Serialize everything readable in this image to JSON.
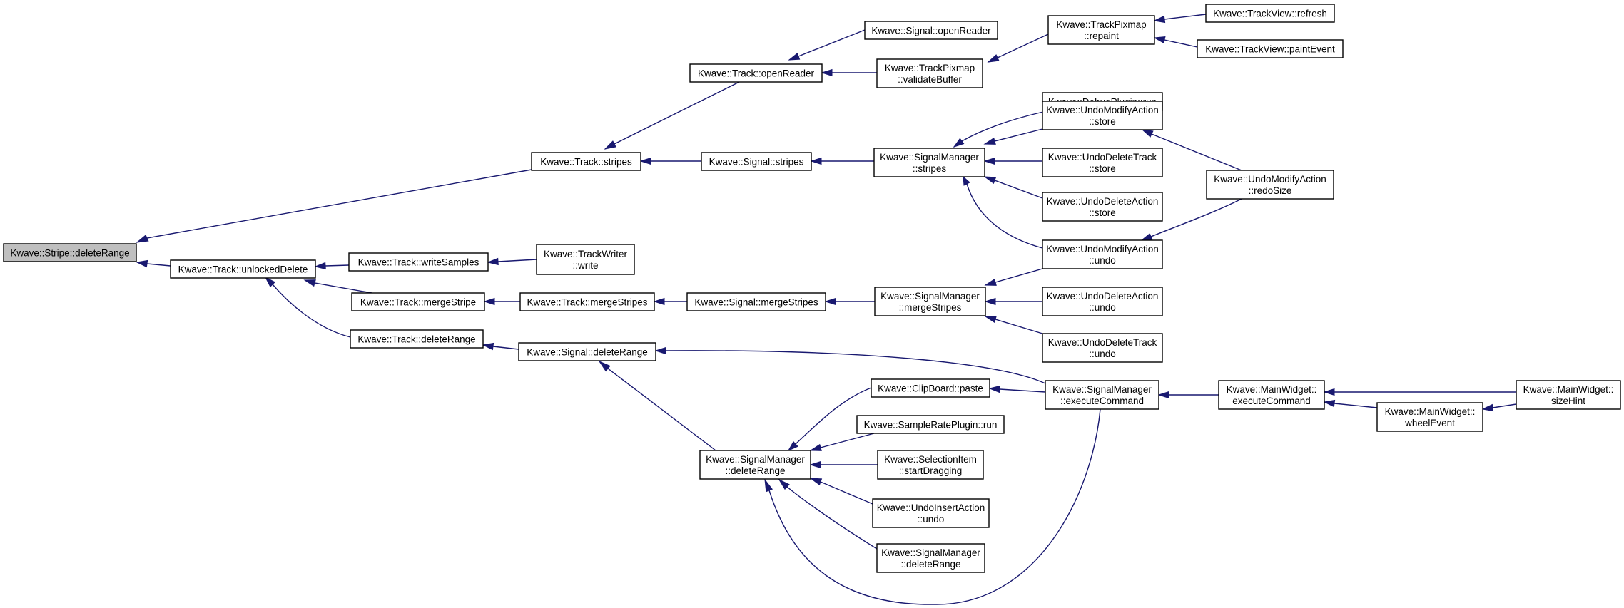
{
  "graph": {
    "nodes": [
      {
        "id": "stripe_deleteRange",
        "lines": [
          "Kwave::Stripe::deleteRange"
        ],
        "root": true
      },
      {
        "id": "track_stripes",
        "lines": [
          "Kwave::Track::stripes"
        ]
      },
      {
        "id": "track_unlockedDelete",
        "lines": [
          "Kwave::Track::unlockedDelete"
        ]
      },
      {
        "id": "track_openReader",
        "lines": [
          "Kwave::Track::openReader"
        ]
      },
      {
        "id": "signal_openReader",
        "lines": [
          "Kwave::Signal::openReader"
        ]
      },
      {
        "id": "trackpixmap_validateBuffer",
        "lines": [
          "Kwave::TrackPixmap",
          "::validateBuffer"
        ]
      },
      {
        "id": "trackpixmap_repaint",
        "lines": [
          "Kwave::TrackPixmap",
          "::repaint"
        ]
      },
      {
        "id": "trackview_refresh",
        "lines": [
          "Kwave::TrackView::refresh"
        ]
      },
      {
        "id": "trackview_paintEvent",
        "lines": [
          "Kwave::TrackView::paintEvent"
        ]
      },
      {
        "id": "signal_stripes",
        "lines": [
          "Kwave::Signal::stripes"
        ]
      },
      {
        "id": "signalmanager_stripes",
        "lines": [
          "Kwave::SignalManager",
          "::stripes"
        ]
      },
      {
        "id": "debugplugin_run",
        "lines": [
          "Kwave::DebugPlugin::run"
        ]
      },
      {
        "id": "undomodify_store",
        "lines": [
          "Kwave::UndoModifyAction",
          "::store"
        ]
      },
      {
        "id": "undodeletetrack_store",
        "lines": [
          "Kwave::UndoDeleteTrack",
          "::store"
        ]
      },
      {
        "id": "undodeleteaction_store",
        "lines": [
          "Kwave::UndoDeleteAction",
          "::store"
        ]
      },
      {
        "id": "undomodify_redoSize",
        "lines": [
          "Kwave::UndoModifyAction",
          "::redoSize"
        ]
      },
      {
        "id": "undomodify_undo",
        "lines": [
          "Kwave::UndoModifyAction",
          "::undo"
        ]
      },
      {
        "id": "track_writeSamples",
        "lines": [
          "Kwave::Track::writeSamples"
        ]
      },
      {
        "id": "trackwriter_write",
        "lines": [
          "Kwave::TrackWriter",
          "::write"
        ]
      },
      {
        "id": "track_mergeStripe",
        "lines": [
          "Kwave::Track::mergeStripe"
        ]
      },
      {
        "id": "track_mergeStripes",
        "lines": [
          "Kwave::Track::mergeStripes"
        ]
      },
      {
        "id": "signal_mergeStripes",
        "lines": [
          "Kwave::Signal::mergeStripes"
        ]
      },
      {
        "id": "signalmanager_mergeStripes",
        "lines": [
          "Kwave::SignalManager",
          "::mergeStripes"
        ]
      },
      {
        "id": "undodeleteaction_undo",
        "lines": [
          "Kwave::UndoDeleteAction",
          "::undo"
        ]
      },
      {
        "id": "undodeletetrack_undo",
        "lines": [
          "Kwave::UndoDeleteTrack",
          "::undo"
        ]
      },
      {
        "id": "track_deleteRange",
        "lines": [
          "Kwave::Track::deleteRange"
        ]
      },
      {
        "id": "signal_deleteRange",
        "lines": [
          "Kwave::Signal::deleteRange"
        ]
      },
      {
        "id": "signalmanager_executeCommand",
        "lines": [
          "Kwave::SignalManager",
          "::executeCommand"
        ]
      },
      {
        "id": "mainwidget_executeCommand",
        "lines": [
          "Kwave::MainWidget::",
          "executeCommand"
        ]
      },
      {
        "id": "mainwidget_sizeHint",
        "lines": [
          "Kwave::MainWidget::",
          "sizeHint"
        ]
      },
      {
        "id": "mainwidget_wheelEvent",
        "lines": [
          "Kwave::MainWidget::",
          "wheelEvent"
        ]
      },
      {
        "id": "clipboard_paste",
        "lines": [
          "Kwave::ClipBoard::paste"
        ]
      },
      {
        "id": "samplerateplugin_run",
        "lines": [
          "Kwave::SampleRatePlugin::run"
        ]
      },
      {
        "id": "selectionitem_startDragging",
        "lines": [
          "Kwave::SelectionItem",
          "::startDragging"
        ]
      },
      {
        "id": "signalmanager_deleteRange",
        "lines": [
          "Kwave::SignalManager",
          "::deleteRange"
        ]
      },
      {
        "id": "undoinsert_undo",
        "lines": [
          "Kwave::UndoInsertAction",
          "::undo"
        ]
      },
      {
        "id": "signalmanager_deleteRange2",
        "lines": [
          "Kwave::SignalManager",
          "::deleteRange"
        ]
      }
    ],
    "edges": [
      {
        "from": "track_stripes",
        "to": "stripe_deleteRange"
      },
      {
        "from": "track_unlockedDelete",
        "to": "stripe_deleteRange"
      },
      {
        "from": "track_openReader",
        "to": "track_stripes"
      },
      {
        "from": "signal_stripes",
        "to": "track_stripes"
      },
      {
        "from": "signal_openReader",
        "to": "track_openReader"
      },
      {
        "from": "trackpixmap_validateBuffer",
        "to": "track_openReader"
      },
      {
        "from": "trackpixmap_repaint",
        "to": "trackpixmap_validateBuffer"
      },
      {
        "from": "trackview_refresh",
        "to": "trackpixmap_repaint"
      },
      {
        "from": "trackview_paintEvent",
        "to": "trackpixmap_repaint"
      },
      {
        "from": "signalmanager_stripes",
        "to": "signal_stripes"
      },
      {
        "from": "debugplugin_run",
        "to": "signalmanager_stripes"
      },
      {
        "from": "undomodify_store",
        "to": "signalmanager_stripes"
      },
      {
        "from": "undodeletetrack_store",
        "to": "signalmanager_stripes"
      },
      {
        "from": "undodeleteaction_store",
        "to": "signalmanager_stripes"
      },
      {
        "from": "undomodify_undo",
        "to": "signalmanager_stripes"
      },
      {
        "from": "undomodify_redoSize",
        "to": "undomodify_store"
      },
      {
        "from": "undomodify_redoSize",
        "to": "undomodify_undo"
      },
      {
        "from": "track_writeSamples",
        "to": "track_unlockedDelete"
      },
      {
        "from": "track_mergeStripe",
        "to": "track_unlockedDelete"
      },
      {
        "from": "track_deleteRange",
        "to": "track_unlockedDelete"
      },
      {
        "from": "trackwriter_write",
        "to": "track_writeSamples"
      },
      {
        "from": "track_mergeStripes",
        "to": "track_mergeStripe"
      },
      {
        "from": "signal_mergeStripes",
        "to": "track_mergeStripes"
      },
      {
        "from": "signalmanager_mergeStripes",
        "to": "signal_mergeStripes"
      },
      {
        "from": "undomodify_undo",
        "to": "signalmanager_mergeStripes"
      },
      {
        "from": "undodeleteaction_undo",
        "to": "signalmanager_mergeStripes"
      },
      {
        "from": "undodeletetrack_undo",
        "to": "signalmanager_mergeStripes"
      },
      {
        "from": "signal_deleteRange",
        "to": "track_deleteRange"
      },
      {
        "from": "signalmanager_executeCommand",
        "to": "signal_deleteRange"
      },
      {
        "from": "signalmanager_deleteRange",
        "to": "signal_deleteRange"
      },
      {
        "from": "mainwidget_executeCommand",
        "to": "signalmanager_executeCommand"
      },
      {
        "from": "mainwidget_sizeHint",
        "to": "mainwidget_executeCommand"
      },
      {
        "from": "mainwidget_wheelEvent",
        "to": "mainwidget_executeCommand"
      },
      {
        "from": "mainwidget_sizeHint",
        "to": "mainwidget_wheelEvent"
      },
      {
        "from": "signalmanager_executeCommand",
        "to": "clipboard_paste"
      },
      {
        "from": "clipboard_paste",
        "to": "signalmanager_deleteRange"
      },
      {
        "from": "samplerateplugin_run",
        "to": "signalmanager_deleteRange"
      },
      {
        "from": "selectionitem_startDragging",
        "to": "signalmanager_deleteRange"
      },
      {
        "from": "undoinsert_undo",
        "to": "signalmanager_deleteRange"
      },
      {
        "from": "signalmanager_deleteRange2",
        "to": "signalmanager_deleteRange"
      },
      {
        "from": "signalmanager_executeCommand",
        "to": "signalmanager_deleteRange"
      }
    ]
  }
}
